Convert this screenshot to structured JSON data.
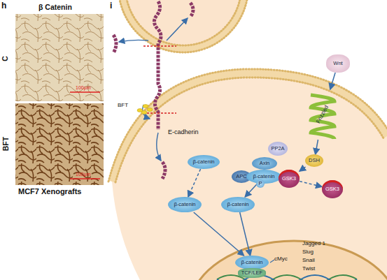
{
  "diagram": {
    "nodes": [
      {
        "text": [
          "β-catenin"
        ]
      },
      {
        "text": [
          "PP2A"
        ]
      },
      {
        "text": [
          "Axin"
        ]
      },
      {
        "text": [
          "APC"
        ]
      },
      {
        "text": [
          "β-catenin"
        ]
      },
      {
        "text": [
          "P"
        ],
        "in": 4
      },
      {
        "text": [
          "GSK3"
        ]
      },
      {
        "text": [
          "Wnt"
        ]
      },
      {
        "text": [
          "Frizzled"
        ]
      },
      {
        "text": [
          "DSH"
        ]
      },
      {
        "text": [
          "GSK3"
        ]
      },
      {
        "text": [
          "β-catenin"
        ]
      },
      {
        "text": [
          "β-catenin"
        ]
      },
      {
        "text": [
          "β-catenin"
        ]
      },
      {
        "text": [
          "TCF/LEF"
        ]
      }
    ],
    "edges": [
      {
        "from": 7,
        "to": 8,
        "arrow": "to"
      },
      {
        "from": 8,
        "to": 9,
        "arrow": "to"
      },
      {
        "from": 9,
        "to": 6,
        "arrow": "to"
      },
      {
        "from": 6,
        "to": 10,
        "arrow": "to"
      },
      {
        "from": 0,
        "to": 11,
        "arrow": "to"
      },
      {
        "from": 4,
        "to": 12,
        "arrow": "to"
      },
      {
        "from": 11,
        "to": 13,
        "arrow": "to"
      },
      {
        "from": 12,
        "to": 13,
        "arrow": "to"
      }
    ],
    "labels": [
      "h",
      "β Catenin",
      "C",
      "BFT",
      "100μm",
      "100μm",
      "MCF7 Xenografts",
      "i",
      "E-cadherin",
      "BFT",
      "cMyc",
      "Jagged 1",
      "Slug",
      "Snail",
      "Twist"
    ]
  }
}
